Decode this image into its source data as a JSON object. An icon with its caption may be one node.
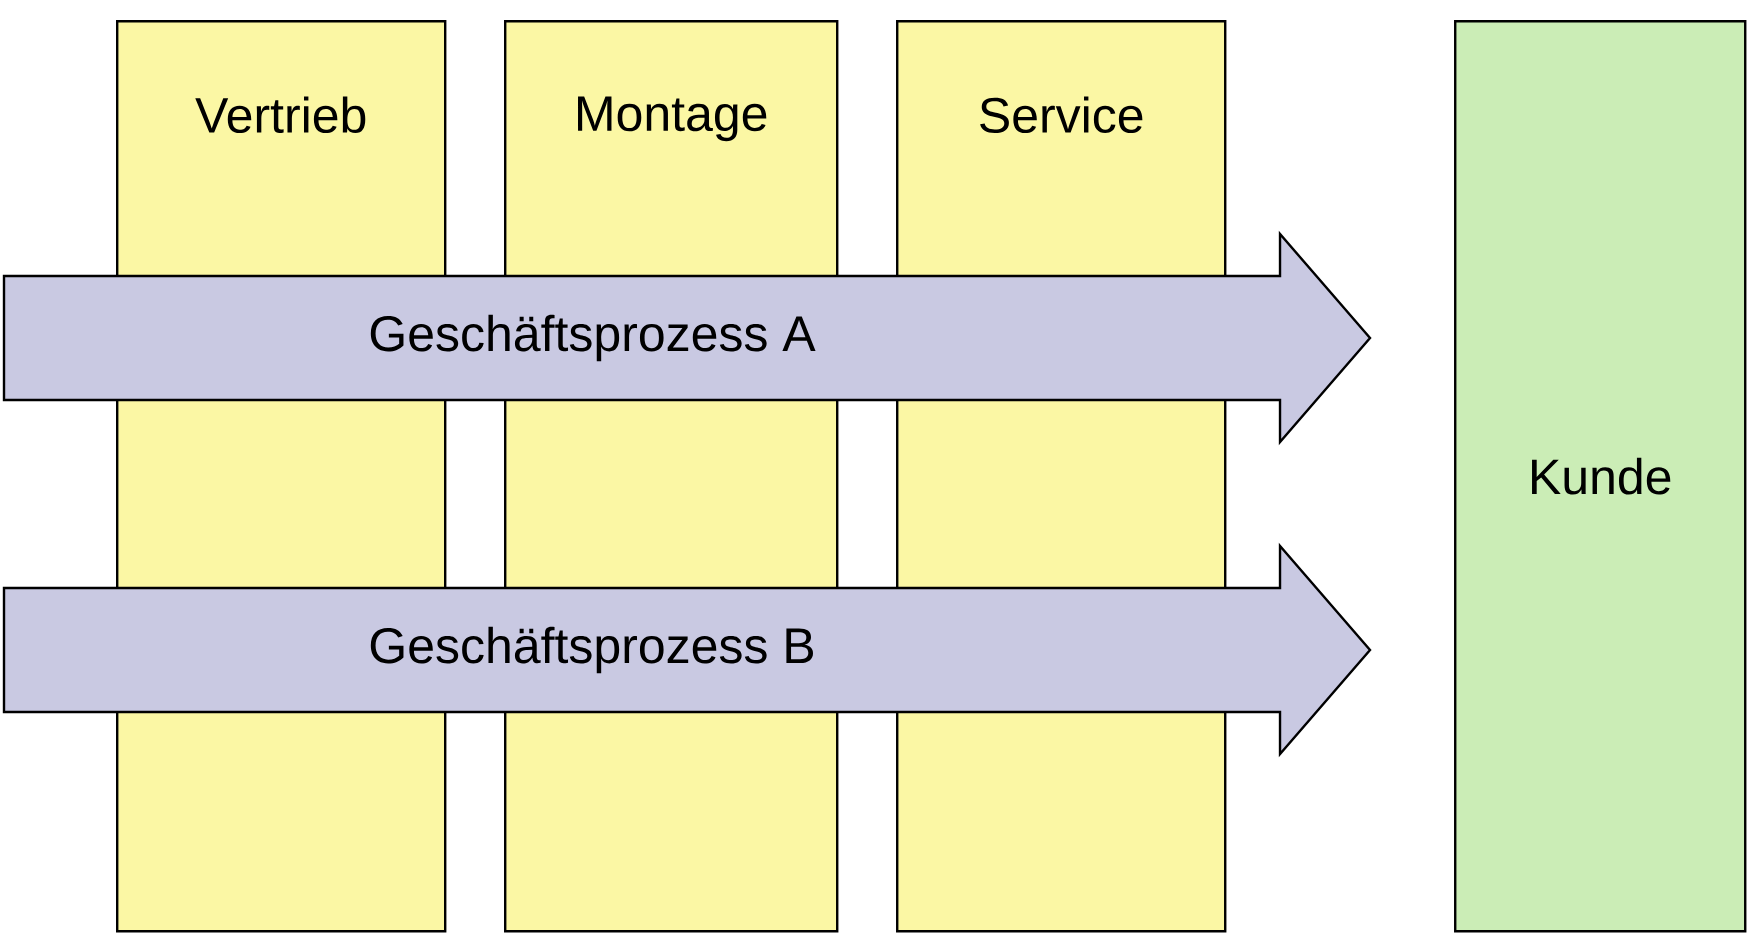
{
  "diagram": {
    "nodes": [
      {
        "text": [
          "Vertrieb"
        ]
      },
      {
        "text": [
          "Montage"
        ]
      },
      {
        "text": [
          "Service"
        ]
      },
      {
        "text": [
          "Geschäftsprozess A"
        ]
      },
      {
        "text": [
          "Geschäftsprozess B"
        ]
      },
      {
        "text": [
          "Kunde"
        ]
      }
    ]
  }
}
